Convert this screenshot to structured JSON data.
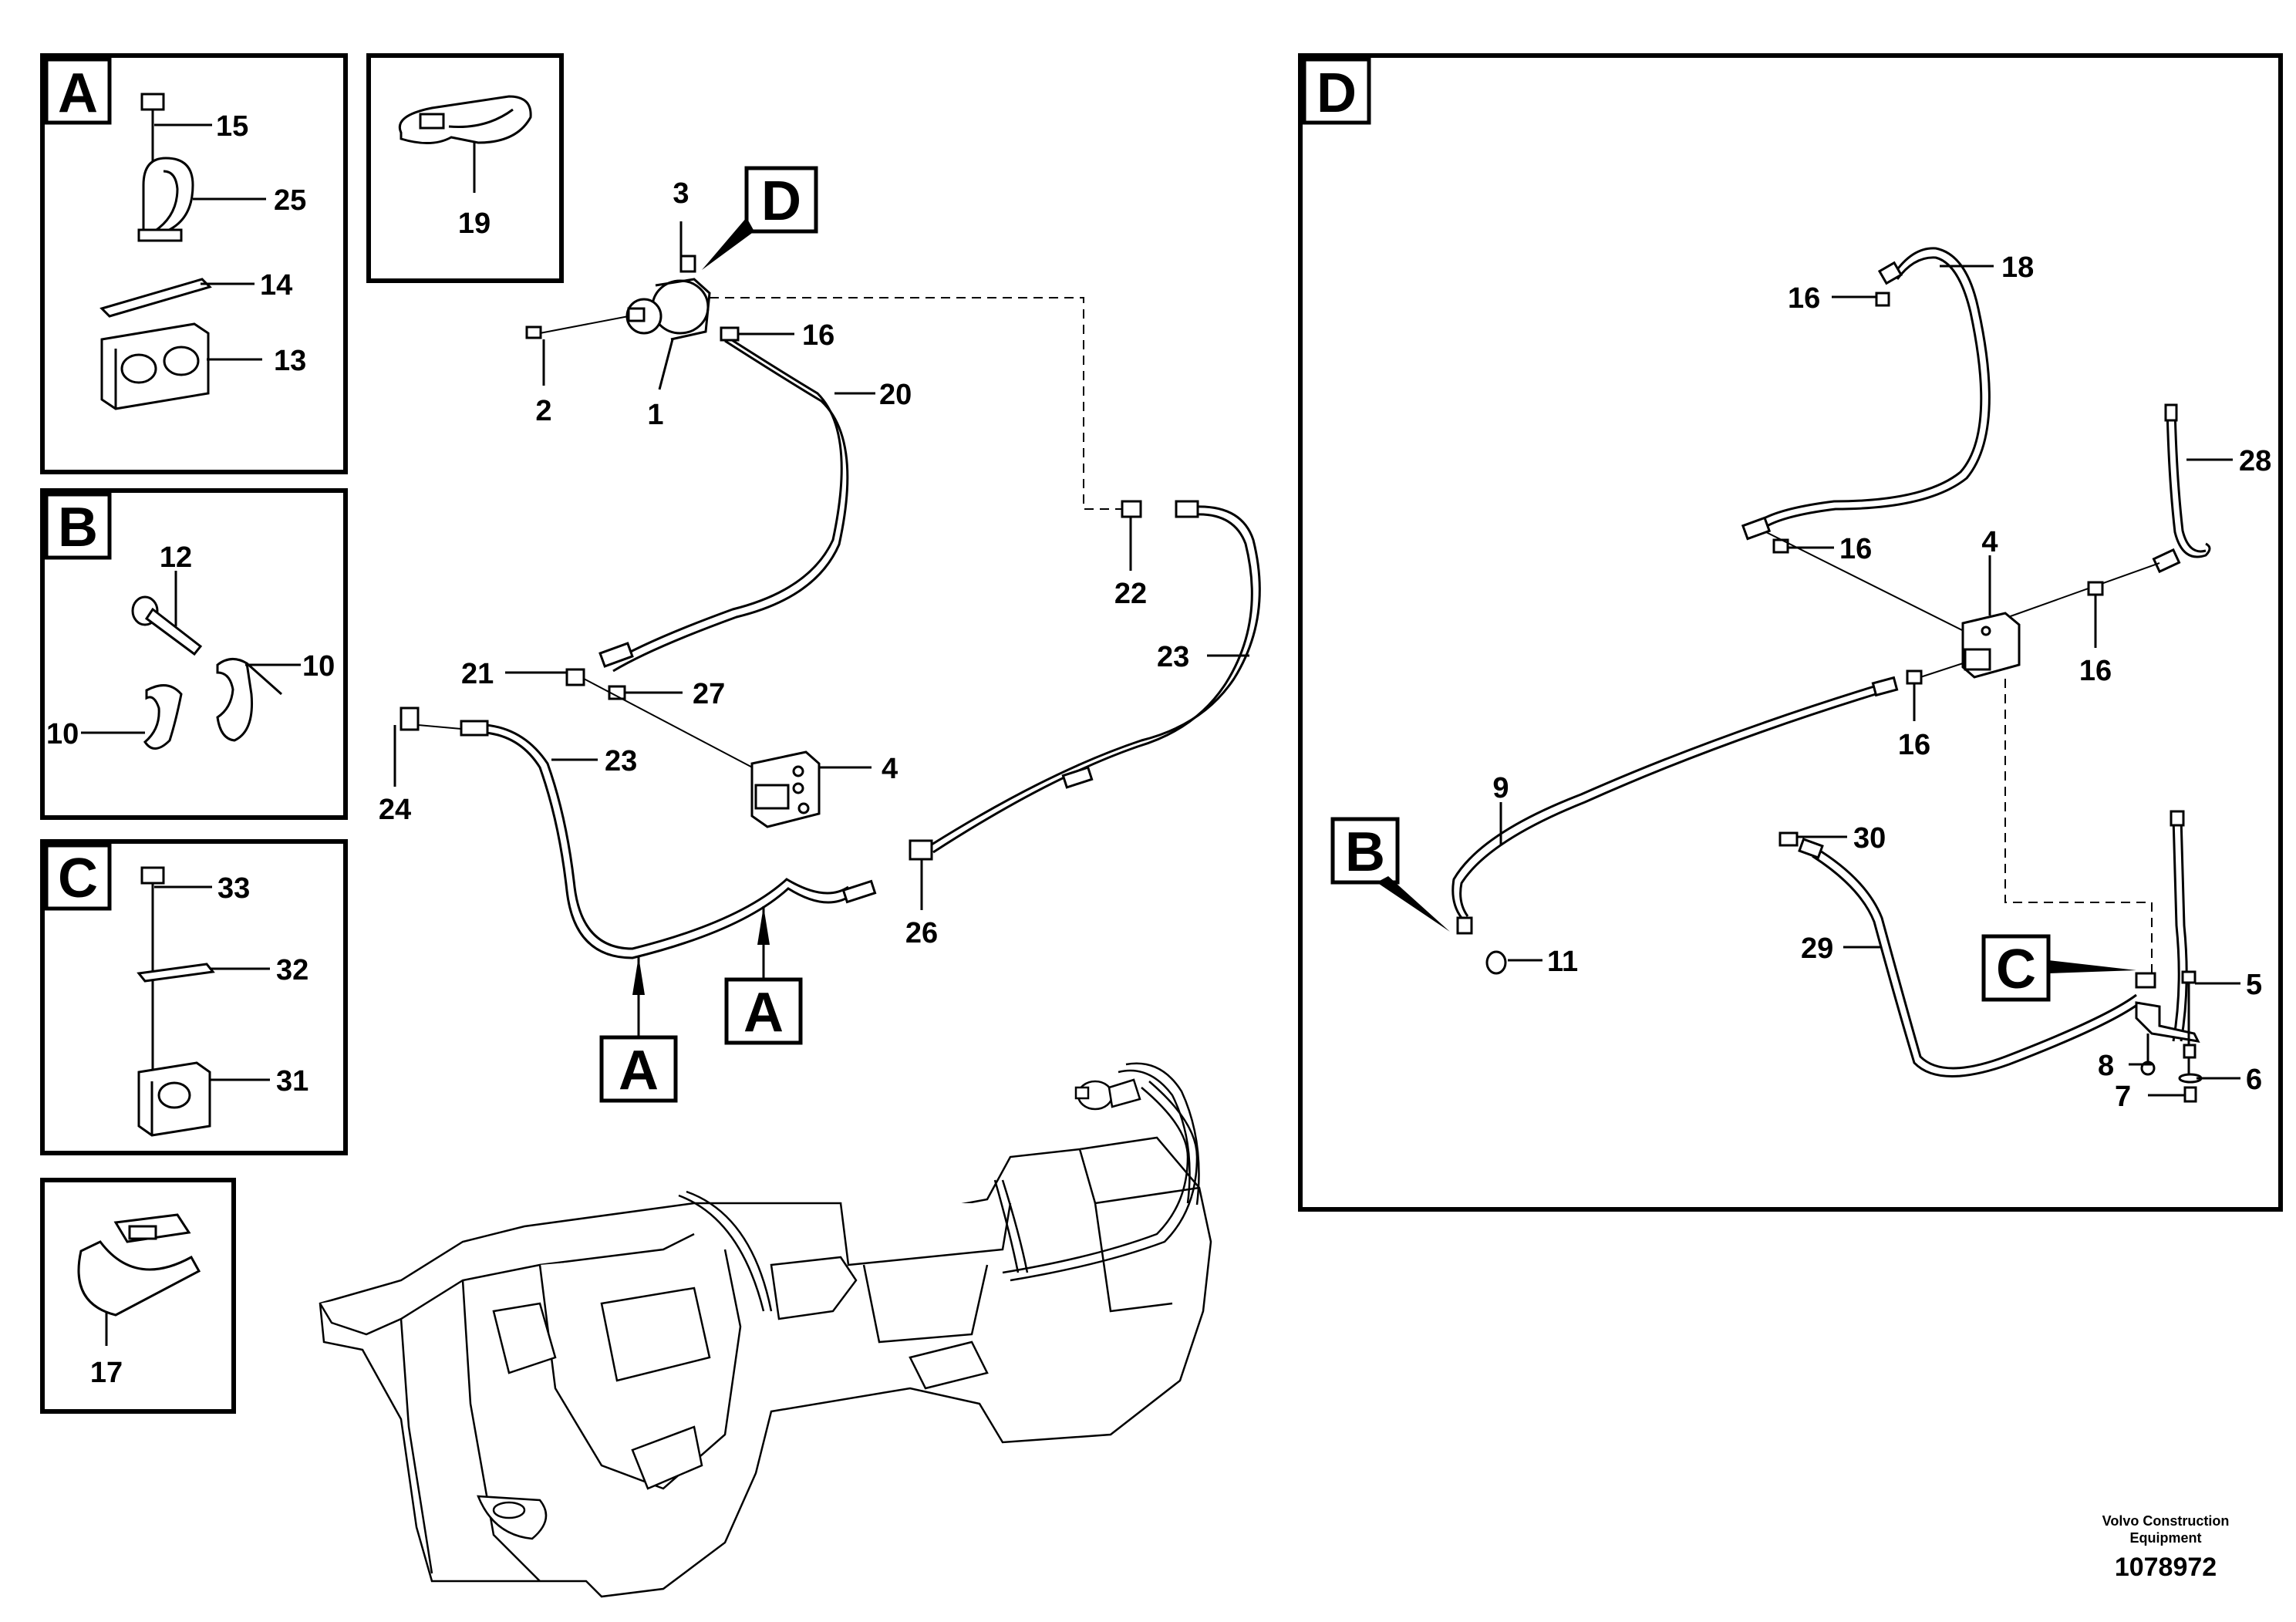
{
  "callouts": {
    "A": "A",
    "B": "B",
    "C": "C",
    "D": "D"
  },
  "numbers": {
    "n1": "1",
    "n2": "2",
    "n3": "3",
    "n4": "4",
    "n5": "5",
    "n6": "6",
    "n7": "7",
    "n8": "8",
    "n9": "9",
    "n10": "10",
    "n11": "11",
    "n12": "12",
    "n13": "13",
    "n14": "14",
    "n15": "15",
    "n16": "16",
    "n17": "17",
    "n18": "18",
    "n19": "19",
    "n20": "20",
    "n21": "21",
    "n22": "22",
    "n23": "23",
    "n24": "24",
    "n25": "25",
    "n26": "26",
    "n27": "27",
    "n28": "28",
    "n29": "29",
    "n30": "30",
    "n31": "31",
    "n32": "32",
    "n33": "33"
  },
  "footer": {
    "brand_line1": "Volvo Construction",
    "brand_line2": "Equipment",
    "figure_number": "1078972"
  }
}
